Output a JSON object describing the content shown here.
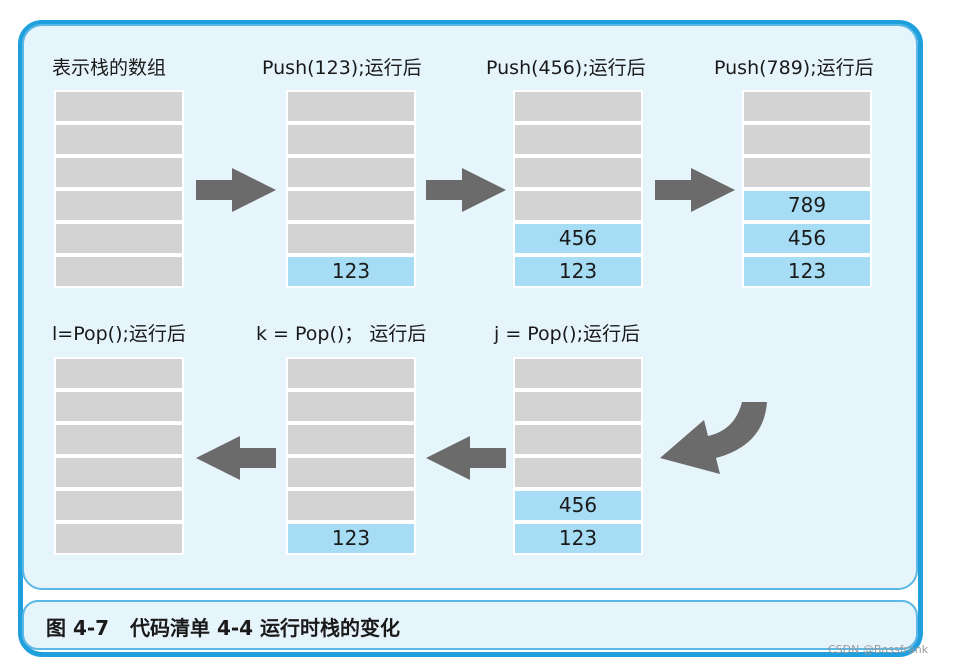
{
  "caption": "图 4-7   代码清单 4-4 运行时栈的变化",
  "watermark": "CSDN @Bossfrank",
  "colors": {
    "frame_border": "#1fa0dc",
    "panel_bg": "#e6f4fb",
    "empty_cell": "#d3d3d3",
    "filled_cell": "#a6dcf4",
    "arrow": "#6b6b6b"
  },
  "stacks": [
    {
      "label": "表示栈的数组",
      "cells": [
        "",
        "",
        "",
        "",
        "",
        ""
      ]
    },
    {
      "label": "Push(123);运行后",
      "cells": [
        "",
        "",
        "",
        "",
        "",
        "123"
      ]
    },
    {
      "label": "Push(456);运行后",
      "cells": [
        "",
        "",
        "",
        "",
        "456",
        "123"
      ]
    },
    {
      "label": "Push(789);运行后",
      "cells": [
        "",
        "",
        "",
        "789",
        "456",
        "123"
      ]
    },
    {
      "label": "j = Pop();运行后",
      "cells": [
        "",
        "",
        "",
        "",
        "456",
        "123"
      ]
    },
    {
      "label": "k = Pop()； 运行后",
      "cells": [
        "",
        "",
        "",
        "",
        "",
        "123"
      ]
    },
    {
      "label": "l=Pop();运行后",
      "cells": [
        "",
        "",
        "",
        "",
        "",
        ""
      ]
    }
  ]
}
